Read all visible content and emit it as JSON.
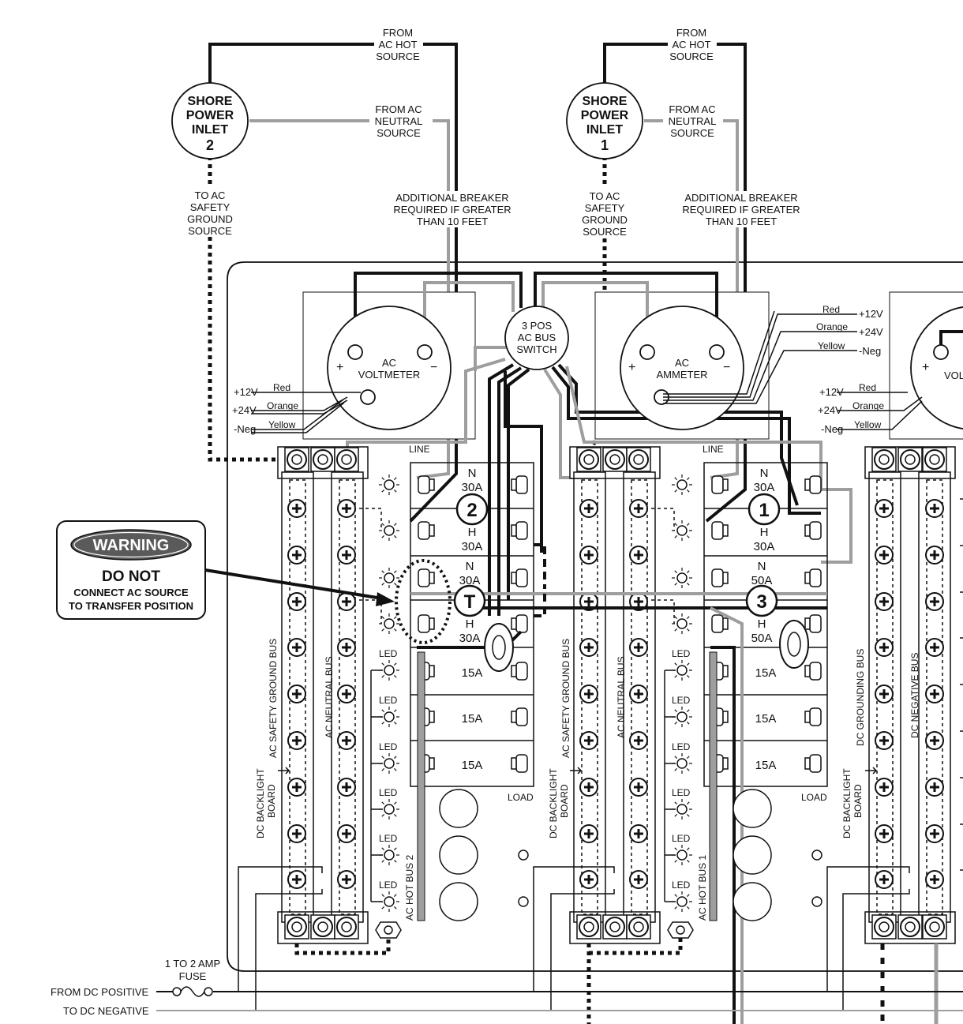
{
  "shore_inlets": [
    {
      "lines": [
        "SHORE",
        "POWER",
        "INLET",
        "2"
      ]
    },
    {
      "lines": [
        "SHORE",
        "POWER",
        "INLET",
        "1"
      ]
    }
  ],
  "labels": {
    "from_ac_hot": [
      "FROM",
      "AC HOT",
      "SOURCE"
    ],
    "from_ac_neutral": [
      "FROM AC",
      "NEUTRAL",
      "SOURCE"
    ],
    "to_ac_ground": [
      "TO AC",
      "SAFETY",
      "GROUND",
      "SOURCE"
    ],
    "additional_breaker": [
      "ADDITIONAL BREAKER",
      "REQUIRED IF GREATER",
      "THAN 10 FEET"
    ],
    "switch": [
      "3 POS",
      "AC BUS",
      "SWITCH"
    ],
    "voltmeter": [
      "AC",
      "VOLTMETER"
    ],
    "ammeter": [
      "AC",
      "AMMETER"
    ],
    "voltmeter_partial": "VOL",
    "plus": "+",
    "minus": "−",
    "line": "LINE",
    "load": "LOAD",
    "led": "LED",
    "fuse": [
      "1 TO 2 AMP",
      "FUSE"
    ],
    "from_dc_positive": "FROM DC POSITIVE",
    "to_dc_negative": "TO DC NEGATIVE",
    "ac_safety_ground_bus": "AC SAFETY GROUND BUS",
    "ac_neutral_bus": "AC NEUTRAL BUS",
    "dc_backlight_board": [
      "DC BACKLIGHT",
      "BOARD"
    ],
    "ac_hot_bus_2": "AC HOT BUS 2",
    "ac_hot_bus_1": "AC HOT BUS 1",
    "dc_grounding_bus": "DC GROUNDING BUS",
    "dc_negative_bus": "DC NEGATIVE BUS"
  },
  "wire_labels": {
    "red": "Red",
    "orange": "Orange",
    "yellow": "Yellow",
    "p12": "+12V",
    "p24": "+24V",
    "neg": "-Neg"
  },
  "warning": {
    "title": "WARNING",
    "line1": "DO NOT",
    "line2": "CONNECT AC SOURCE",
    "line3": "TO TRANSFER POSITION"
  },
  "breakers_left": {
    "n": "N",
    "h": "H",
    "r1": "30A",
    "r2": "30A",
    "r3": "30A",
    "r4": "30A",
    "b1": "15A",
    "b2": "15A",
    "b3": "15A"
  },
  "breakers_right": {
    "n": "N",
    "h": "H",
    "r1": "30A",
    "r2": "30A",
    "r3": "50A",
    "r4": "50A",
    "b1": "15A",
    "b2": "15A",
    "b3": "15A"
  },
  "positions": {
    "p2": "2",
    "pT": "T",
    "p1": "1",
    "p3": "3"
  },
  "colors": {
    "black_wire": "#111111",
    "gray_wire": "#9e9e9e",
    "warning_badge": "#5a5a5a"
  }
}
